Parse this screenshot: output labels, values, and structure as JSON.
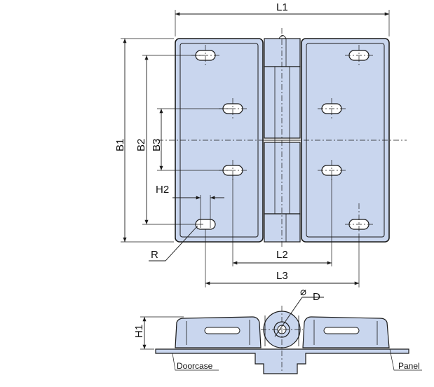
{
  "labels": {
    "L1": "L1",
    "L2": "L2",
    "L3": "L3",
    "B1": "B1",
    "B2": "B2",
    "B3": "B3",
    "H1": "H1",
    "H2": "H2",
    "R": "R",
    "D": "D",
    "diameter_symbol": "⌀",
    "doorcase": "Doorcase",
    "panel": "Panel"
  },
  "colors": {
    "body_fill": "#c9d6ee",
    "line": "#1a1a1a",
    "background": "#ffffff"
  }
}
